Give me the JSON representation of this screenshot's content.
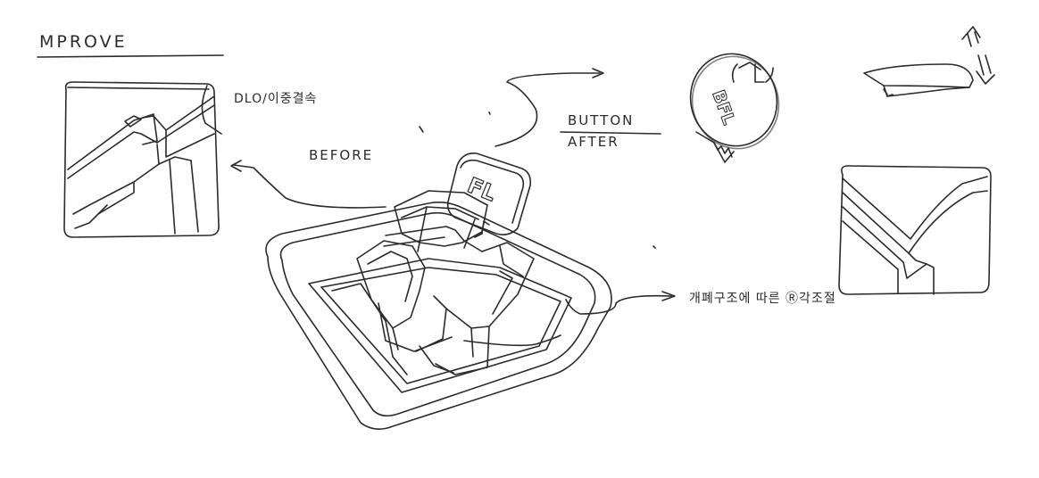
{
  "title": "MPROVE",
  "labels": {
    "dlo": "DLO/이중결속",
    "before": "BEFORE",
    "button": "BUTTON",
    "after": "AFTER",
    "angle_adjust": "개폐구조에 따른 Ⓡ각조절"
  },
  "stamps": {
    "after_button": "BFL",
    "before_tab": "FL"
  },
  "colors": {
    "ink": "#2b2b2b",
    "paper": "#ffffff"
  }
}
